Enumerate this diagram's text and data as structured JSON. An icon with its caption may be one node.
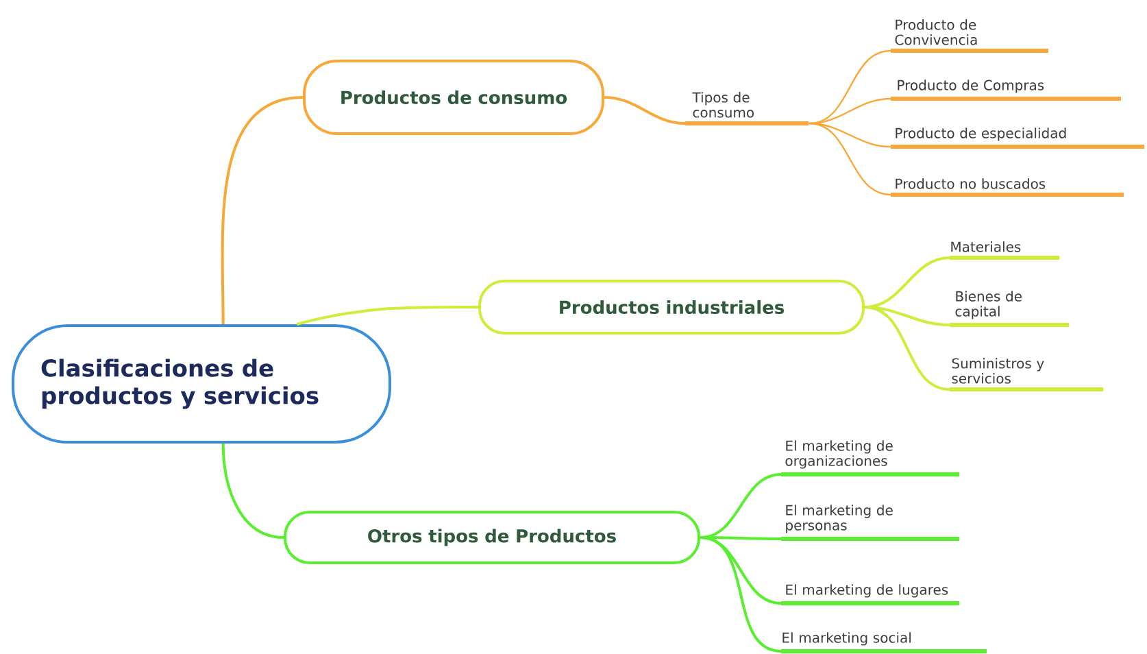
{
  "diagram": {
    "nodes": [
      {
        "text": [
          "Clasificaciones de productos y servicios"
        ]
      },
      {
        "text": [
          "Productos de consumo"
        ]
      },
      {
        "text": [
          "Productos industriales"
        ]
      },
      {
        "text": [
          "Otros tipos de Productos"
        ]
      },
      {
        "text": [
          "Tipos de consumo"
        ]
      },
      {
        "text": [
          "Producto de Convivencia"
        ]
      },
      {
        "text": [
          "Producto de Compras"
        ]
      },
      {
        "text": [
          "Producto de especialidad"
        ]
      },
      {
        "text": [
          "Producto no buscados"
        ]
      },
      {
        "text": [
          "Materiales"
        ]
      },
      {
        "text": [
          "Bienes de capital"
        ]
      },
      {
        "text": [
          "Suministros y servicios"
        ]
      },
      {
        "text": [
          "El marketing de organizaciones"
        ]
      },
      {
        "text": [
          "El marketing de personas"
        ]
      },
      {
        "text": [
          "El marketing de lugares"
        ]
      },
      {
        "text": [
          "El marketing social"
        ]
      }
    ],
    "edges": [
      {
        "from": 0,
        "to": 1,
        "arrow": "none"
      },
      {
        "from": 0,
        "to": 2,
        "arrow": "none",
        "color": "#cdee3a"
      },
      {
        "from": 0,
        "to": 3,
        "arrow": "none",
        "color": "#5aee30"
      },
      {
        "from": 1,
        "to": 4,
        "arrow": "none"
      },
      {
        "from": 4,
        "to": 5,
        "arrow": "none"
      },
      {
        "from": 4,
        "to": 6,
        "arrow": "none"
      },
      {
        "from": 4,
        "to": 7,
        "arrow": "none"
      },
      {
        "from": 4,
        "to": 8,
        "arrow": "none"
      },
      {
        "from": 2,
        "to": 9,
        "arrow": "none",
        "color": "#cdee3a"
      },
      {
        "from": 2,
        "to": 10,
        "arrow": "none",
        "color": "#cdee3a"
      },
      {
        "from": 2,
        "to": 11,
        "arrow": "none",
        "color": "#cdee3a"
      },
      {
        "from": 3,
        "to": 12,
        "arrow": "none",
        "color": "#5aee30"
      },
      {
        "from": 3,
        "to": 13,
        "arrow": "none",
        "color": "#5aee30"
      },
      {
        "from": 3,
        "to": 14,
        "arrow": "none",
        "color": "#5aee30"
      },
      {
        "from": 3,
        "to": 15,
        "arrow": "none",
        "color": "#5aee30"
      }
    ]
  }
}
